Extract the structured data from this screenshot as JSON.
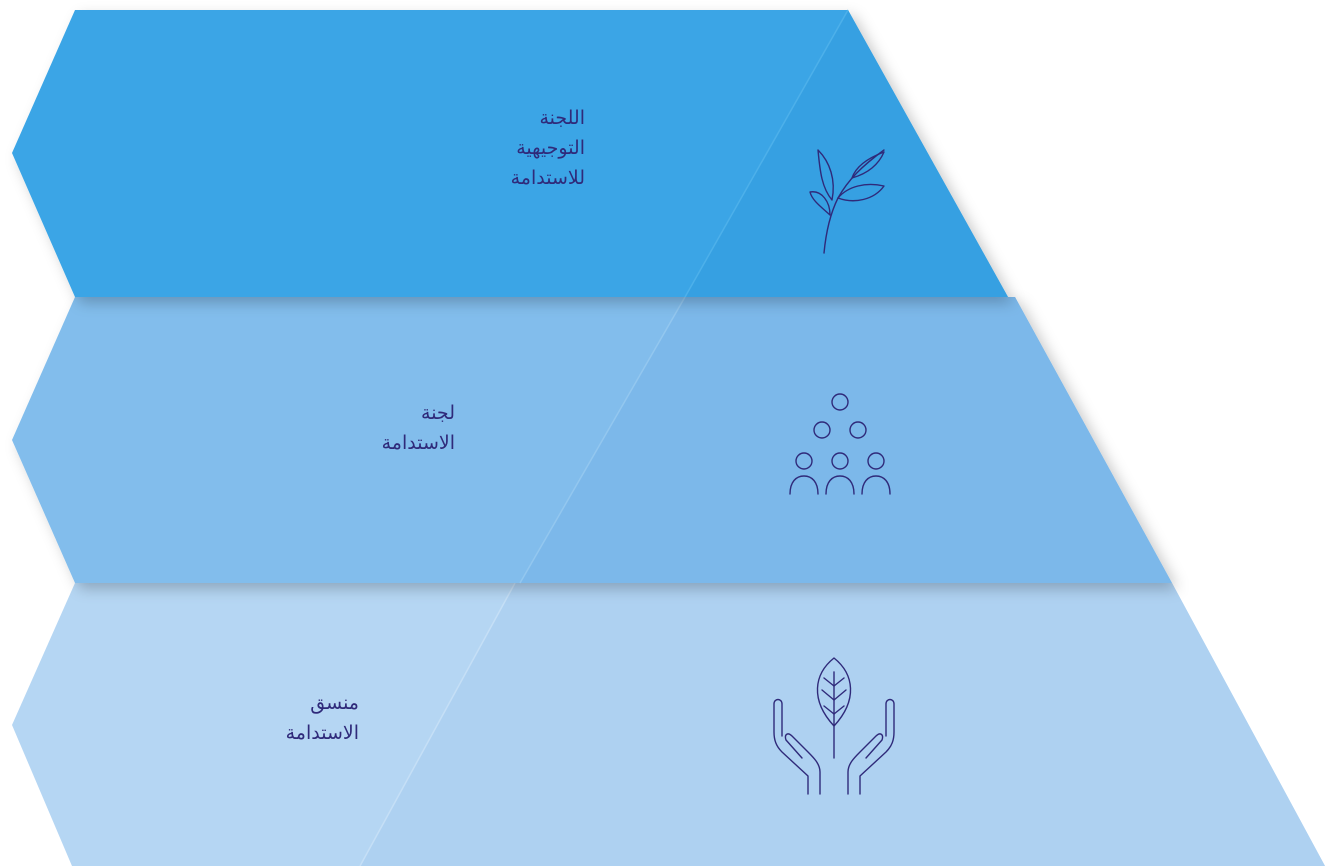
{
  "colors": {
    "tier_1": "#3aa5e6",
    "tier_1_dark": "#2e97da",
    "tier_2": "#82bdec",
    "tier_2_dark": "#74b3e6",
    "tier_3": "#b5d6f3",
    "tier_3_dark": "#a9cdef",
    "text": "#2f2a7a"
  },
  "tiers": [
    {
      "lines": [
        "اللجنة",
        "التوجيهية",
        "للاستدامة"
      ],
      "icon": "plant-branch-icon"
    },
    {
      "lines": [
        "لجنة",
        "الاستدامة"
      ],
      "icon": "people-group-icon"
    },
    {
      "lines": [
        "منسق",
        "الاستدامة"
      ],
      "icon": "hands-leaf-icon"
    }
  ]
}
